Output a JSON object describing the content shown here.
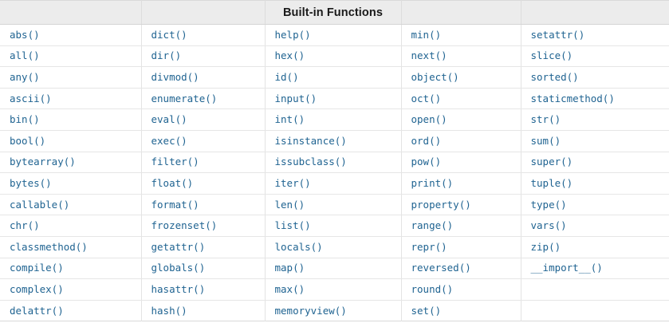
{
  "table": {
    "caption": "Built-in Functions",
    "caption_column_index": 2,
    "column_count": 5,
    "row_count": 14,
    "colors": {
      "link": "#1f6391",
      "header_background": "#ececec",
      "cell_background": "#ffffff",
      "border": "#e3e3e3",
      "header_text": "#1a1a1a"
    },
    "headers": [
      "",
      "",
      "Built-in Functions",
      "",
      ""
    ],
    "rows": [
      [
        "abs()",
        "dict()",
        "help()",
        "min()",
        "setattr()"
      ],
      [
        "all()",
        "dir()",
        "hex()",
        "next()",
        "slice()"
      ],
      [
        "any()",
        "divmod()",
        "id()",
        "object()",
        "sorted()"
      ],
      [
        "ascii()",
        "enumerate()",
        "input()",
        "oct()",
        "staticmethod()"
      ],
      [
        "bin()",
        "eval()",
        "int()",
        "open()",
        "str()"
      ],
      [
        "bool()",
        "exec()",
        "isinstance()",
        "ord()",
        "sum()"
      ],
      [
        "bytearray()",
        "filter()",
        "issubclass()",
        "pow()",
        "super()"
      ],
      [
        "bytes()",
        "float()",
        "iter()",
        "print()",
        "tuple()"
      ],
      [
        "callable()",
        "format()",
        "len()",
        "property()",
        "type()"
      ],
      [
        "chr()",
        "frozenset()",
        "list()",
        "range()",
        "vars()"
      ],
      [
        "classmethod()",
        "getattr()",
        "locals()",
        "repr()",
        "zip()"
      ],
      [
        "compile()",
        "globals()",
        "map()",
        "reversed()",
        "__import__()"
      ],
      [
        "complex()",
        "hasattr()",
        "max()",
        "round()",
        ""
      ],
      [
        "delattr()",
        "hash()",
        "memoryview()",
        "set()",
        ""
      ]
    ]
  }
}
